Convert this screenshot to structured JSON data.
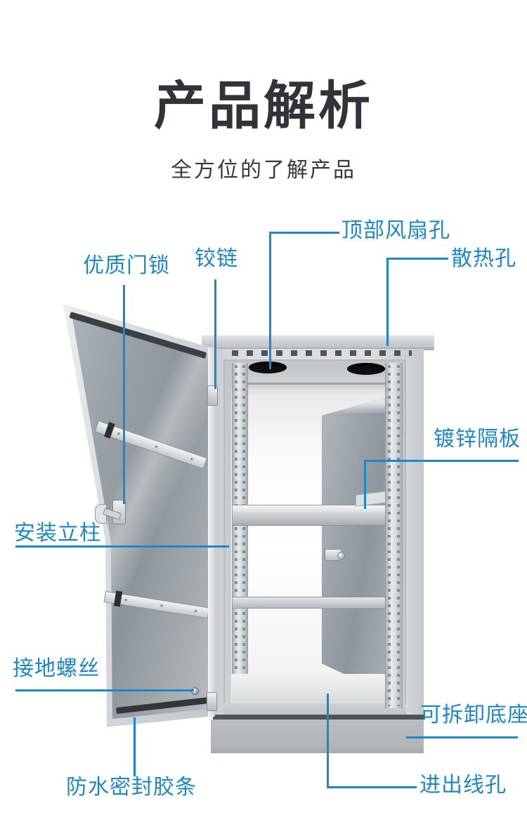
{
  "header": {
    "title": "产品解析",
    "subtitle": "全方位的了解产品"
  },
  "colors": {
    "accent_blue": "#1e87c9",
    "title_color": "#303439"
  },
  "callouts": {
    "top_fan_hole": "顶部风扇孔",
    "heat_vent": "散热孔",
    "door_lock": "优质门锁",
    "hinge": "铰链",
    "galvanized_shelf": "镀锌隔板",
    "mounting_post": "安装立柱",
    "grounding_screw": "接地螺丝",
    "detachable_base": "可拆卸底座",
    "waterproof_seal": "防水密封胶条",
    "cable_hole": "进出线孔"
  }
}
